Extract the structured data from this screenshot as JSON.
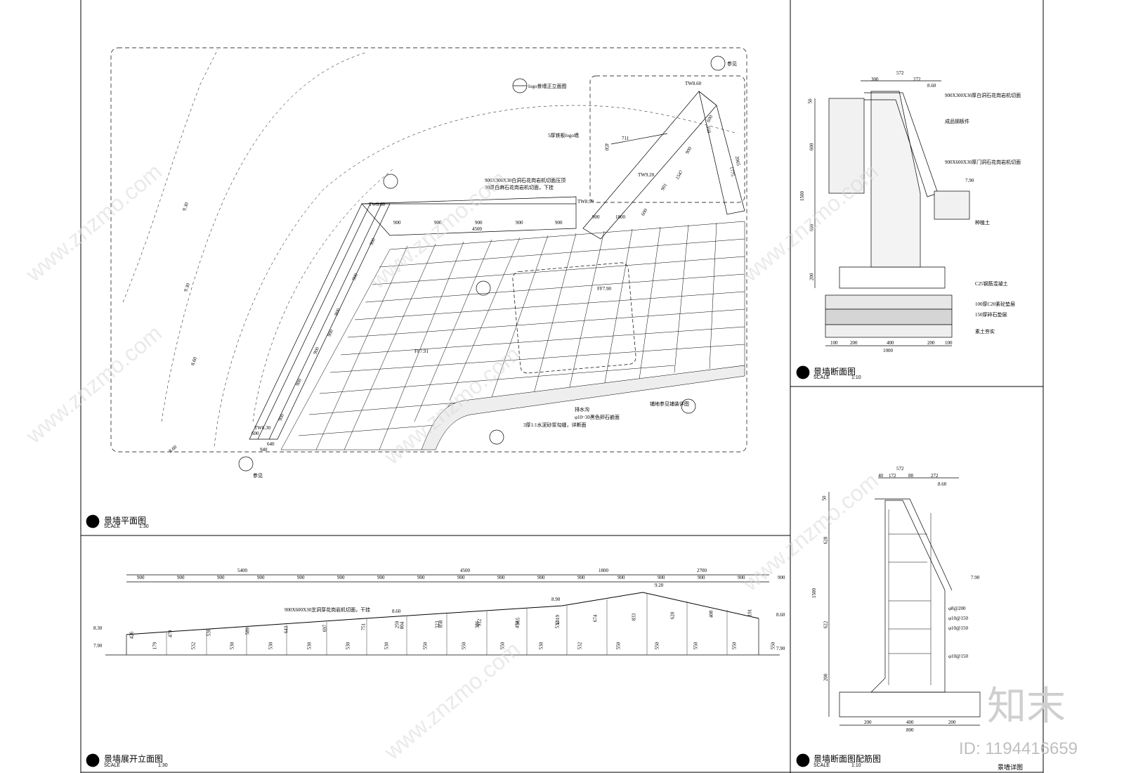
{
  "sheet": {
    "plan": {
      "title": "景墙平面图",
      "scale_label": "SCALE",
      "scale": "1:30"
    },
    "elevation": {
      "title": "景墙展开立面图",
      "scale_label": "SCALE",
      "scale": "1:30"
    },
    "section": {
      "title": "景墙断面图",
      "scale_label": "SCALE",
      "scale": "1:10"
    },
    "rebar": {
      "title": "景墙断面图配筋图",
      "scale_label": "SCALE",
      "scale": "1:10"
    },
    "detail_caption": "景墙详图"
  },
  "plan": {
    "levels": [
      "TW8.60",
      "TW8.30",
      "TW9.20",
      "TW8.90",
      "TW8.60",
      "FF7.91",
      "FF7.90"
    ],
    "contours": [
      "9.30",
      "9.30",
      "8.60",
      "8.60"
    ],
    "dims_left": [
      "900",
      "900",
      "900",
      "900",
      "900",
      "900",
      "900",
      "900"
    ],
    "dims_top": [
      "900",
      "900",
      "900",
      "900",
      "900"
    ],
    "dim_top_total": "4500",
    "dims_right_top": [
      "900",
      "1800"
    ],
    "dims_logo": [
      "711",
      "450",
      "900",
      "1547",
      "901",
      "600",
      "350",
      "1775",
      "2065",
      "600"
    ],
    "dims_corner": [
      "600",
      "640",
      "940"
    ],
    "notes": {
      "logo_wall": "logo景墙正立面图",
      "logo_plate": "5厚铁板logo墙",
      "granite_1": "900X300X30白洞石花岗岩机切面压顶",
      "granite_2": "30厚白麻石花岗岩机切面，下挂",
      "drain": "排水沟",
      "pebble": "φ10~30黑色卵石嵌面",
      "edge": "3厚1:1水泥砂浆勾缝，详断面",
      "pave": "铺地参见铺装详图",
      "ref": "参见"
    }
  },
  "elevation": {
    "top_totals": [
      "5400",
      "4500",
      "1800",
      "2700"
    ],
    "top_dims": [
      "900",
      "900",
      "900",
      "900",
      "900",
      "900",
      "900",
      "900",
      "900",
      "900",
      "900",
      "900",
      "900",
      "900",
      "900",
      "900",
      "900"
    ],
    "levels": [
      "8.30",
      "7.90",
      "8.60",
      "8.90",
      "9.20",
      "8.60",
      "7.90"
    ],
    "heights_upper": [
      "426",
      "479",
      "536",
      "589",
      "643",
      "697",
      "751",
      "804",
      "858",
      "912",
      "965",
      "1019",
      "674",
      "833",
      "620",
      "408",
      "191"
    ],
    "heights_lower": [
      "179",
      "532",
      "530",
      "530",
      "530",
      "530",
      "530",
      "550",
      "550",
      "550",
      "530",
      "532",
      "550",
      "550",
      "550",
      "550",
      "550"
    ],
    "mid_labels": [
      "259",
      "323",
      "386",
      "450",
      "532"
    ],
    "note": "900X600X30芝洞芽花岗岩机切面，干挂"
  },
  "section": {
    "top_dims": [
      "572",
      "300",
      "272"
    ],
    "left_dims": [
      "50",
      "600",
      "600",
      "200",
      "1500"
    ],
    "bottom_dims": [
      "100",
      "200",
      "400",
      "200",
      "100"
    ],
    "bottom_total": "1000",
    "levels": [
      "8.60",
      "7.90"
    ],
    "notes": [
      "900X300X30厚白洞石花岗岩机切面",
      "成品钢板件",
      "900X600X30厚门洞石花岗岩机切面",
      "种植土",
      "C25钢筋混凝土",
      "100厚C20素砼垫层",
      "150厚碎石垫层",
      "素土夯实"
    ],
    "inline_dims": [
      "50",
      "300",
      "600",
      "572"
    ]
  },
  "rebar": {
    "top_dims": [
      "572",
      "40",
      "172",
      "88",
      "272"
    ],
    "left_dims": [
      "50",
      "628",
      "622",
      "200",
      "1500"
    ],
    "bottom_dims": [
      "200",
      "400",
      "200"
    ],
    "bottom_total": "800",
    "levels": [
      "8.60",
      "7.90"
    ],
    "bars": [
      "φ8@200",
      "φ10@150",
      "φ10@150",
      "φ10@150"
    ]
  },
  "watermark": {
    "text": "www.znzmo.com",
    "logo": "知末",
    "id": "ID: 1194416659"
  }
}
